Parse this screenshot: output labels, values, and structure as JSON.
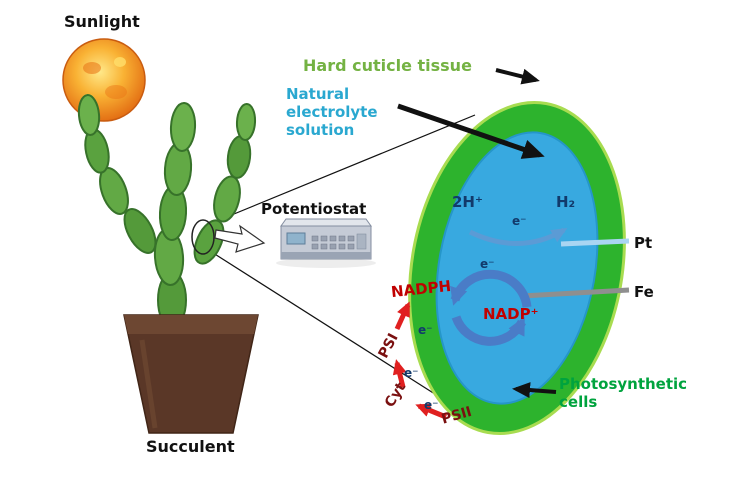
{
  "labels": {
    "sunlight": "Sunlight",
    "succulent": "Succulent",
    "potentiostat": "Potentiostat",
    "hard_cuticle": "Hard cuticle tissue",
    "electrolyte": "Natural electrolyte solution",
    "photosynthetic": "Photosynthetic cells",
    "pt_electrode": "Pt",
    "fe_electrode": "Fe"
  },
  "cell": {
    "protons": "2H⁺",
    "hydrogen": "H₂",
    "electron": "e⁻",
    "nadph": "NADPH",
    "nadp": "NADP⁺",
    "psi": "PSI",
    "cyt": "Cyt",
    "psii": "PSII"
  },
  "colors": {
    "cuticle_green": "#2db32d",
    "electrolyte_blue": "#38a9e0",
    "label_green": "#74b243",
    "label_cyan": "#2aa8d0",
    "label_dark_green": "#00a33e",
    "reaction_navy": "#123a6b",
    "redox_red": "#c00000",
    "chain_maroon": "#7a1010",
    "arrow_red": "#e02020",
    "cycle_blue": "#4a7cc7",
    "pt_blue": "#a9d5f2",
    "fe_gray": "#8f8f8f"
  }
}
